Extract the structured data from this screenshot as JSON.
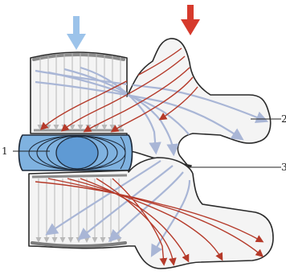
{
  "labels": {
    "disc": "1",
    "posterior_element": "2",
    "facet_joint": "3"
  },
  "colors": {
    "bone_fill": "#f4f4f4",
    "bone_outline": "#2a2a2a",
    "cortex_shade": "#8c8c8c",
    "disc_fill": "#7fb2e0",
    "disc_outline": "#1e2a3a",
    "axial_load_arrow": "#9cc3ea",
    "posterior_load_arrow": "#d63a2c",
    "red_trajectory": "#b53a2a",
    "blue_trajectory": "#a9b6d6",
    "grey_trajectory": "#b9b9b9"
  },
  "icons": {
    "axial_load_arrow": "down-arrow-icon",
    "posterior_load_arrow": "down-arrow-icon"
  }
}
